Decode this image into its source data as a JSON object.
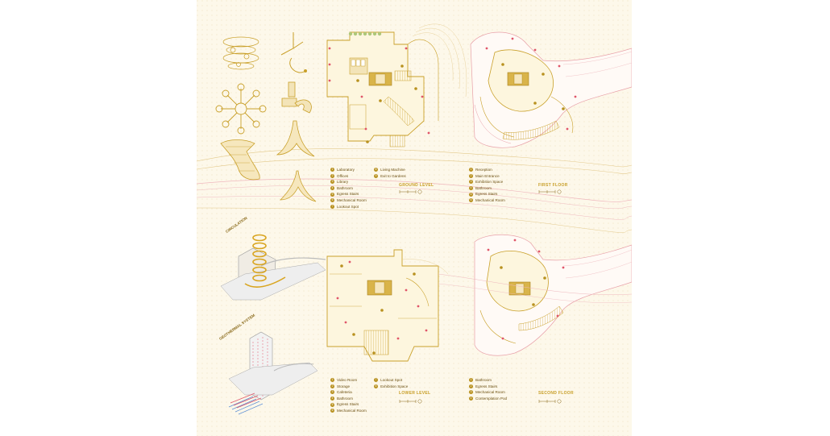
{
  "plans": {
    "ground": {
      "title": "GROUND LEVEL",
      "legend_col1": [
        "Laboratory",
        "Offices",
        "Library",
        "Bathroom",
        "Egress Stairs",
        "Mechanical Room",
        "Lookout Spot"
      ],
      "legend_col2": [
        "Living Machine",
        "Exit to Gardens"
      ]
    },
    "first": {
      "title": "FIRST FLOOR",
      "legend": [
        "Reception",
        "Main Entrance",
        "Exhibition Space",
        "Bathroom",
        "Egress Stairs",
        "Mechanical Room"
      ]
    },
    "lower": {
      "title": "LOWER LEVEL",
      "legend_col1": [
        "Video Room",
        "Storage",
        "Cafeteria",
        "Bathroom",
        "Egress Stairs",
        "Mechanical Room"
      ],
      "legend_col2": [
        "Lookout Spot",
        "Exhibition Space"
      ]
    },
    "second": {
      "title": "SECOND FLOOR",
      "legend": [
        "Bathroom",
        "Egress Stairs",
        "Mechanical Room",
        "Contemplation Pod"
      ]
    }
  },
  "diagrams": {
    "circulation": "CIRCULATION",
    "geothermal": "GEOTHERMAL SYSTEM"
  },
  "colors": {
    "background": "#fdf8ea",
    "gold": "#c9a02a",
    "pink": "#e8a0a8",
    "red_marker": "#e0566a",
    "blue_pipe": "#5b8fd6"
  }
}
